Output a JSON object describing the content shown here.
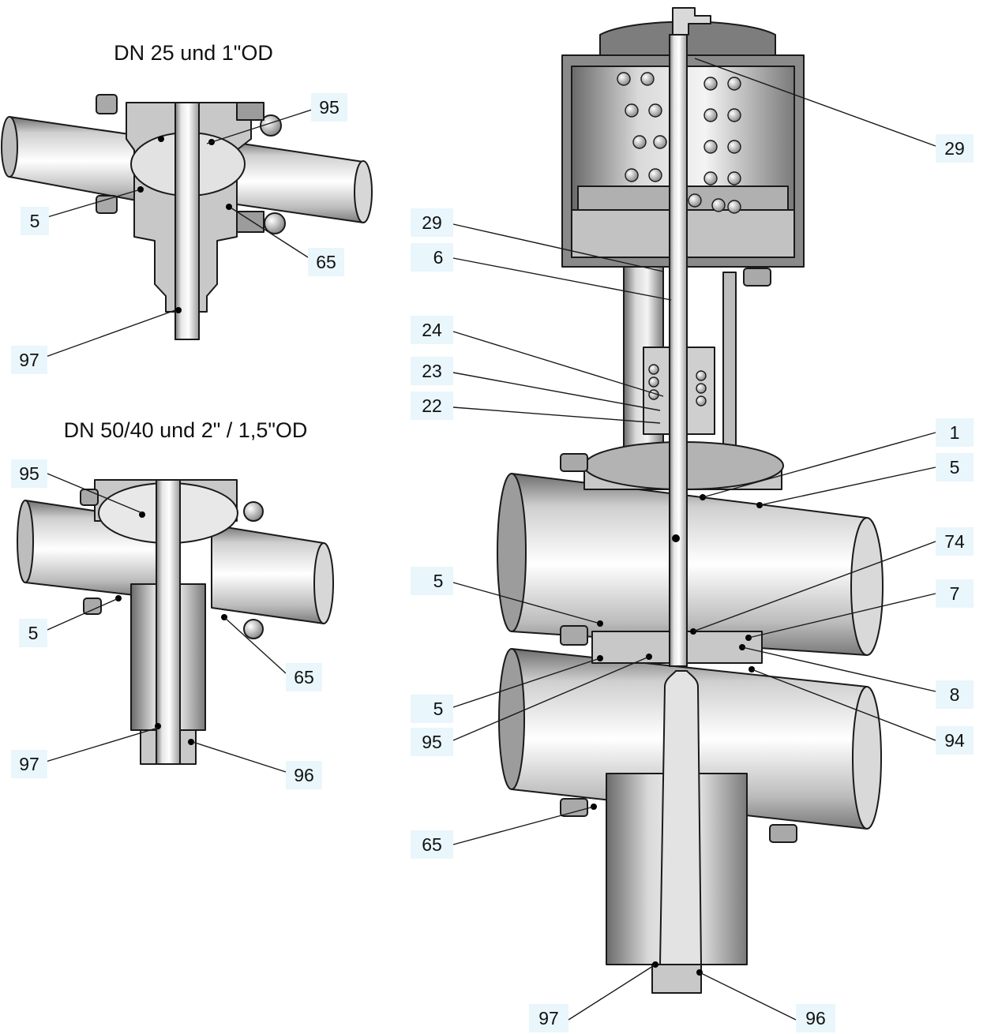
{
  "diagram": {
    "title_top": "DN 25 und 1\"OD",
    "title_mid": "DN 50/40 und 2\" / 1,5\"OD",
    "colors": {
      "body": "#c9c9c9",
      "section": "#8a8a8a",
      "outline": "#1a1a1a",
      "label_bg": "#e9f6fc"
    },
    "labels": {
      "a_95": "95",
      "a_5": "5",
      "a_65": "65",
      "a_97": "97",
      "b_95": "95",
      "b_5": "5",
      "b_65": "65",
      "b_97": "97",
      "b_96": "96",
      "c_29_top": "29",
      "c_29": "29",
      "c_6": "6",
      "c_24": "24",
      "c_23": "23",
      "c_22": "22",
      "c_1": "1",
      "c_5_r": "5",
      "c_74": "74",
      "c_7": "7",
      "c_5_l1": "5",
      "c_5_l2": "5",
      "c_95": "95",
      "c_8": "8",
      "c_94": "94",
      "c_65": "65",
      "c_97": "97",
      "c_96": "96"
    }
  }
}
